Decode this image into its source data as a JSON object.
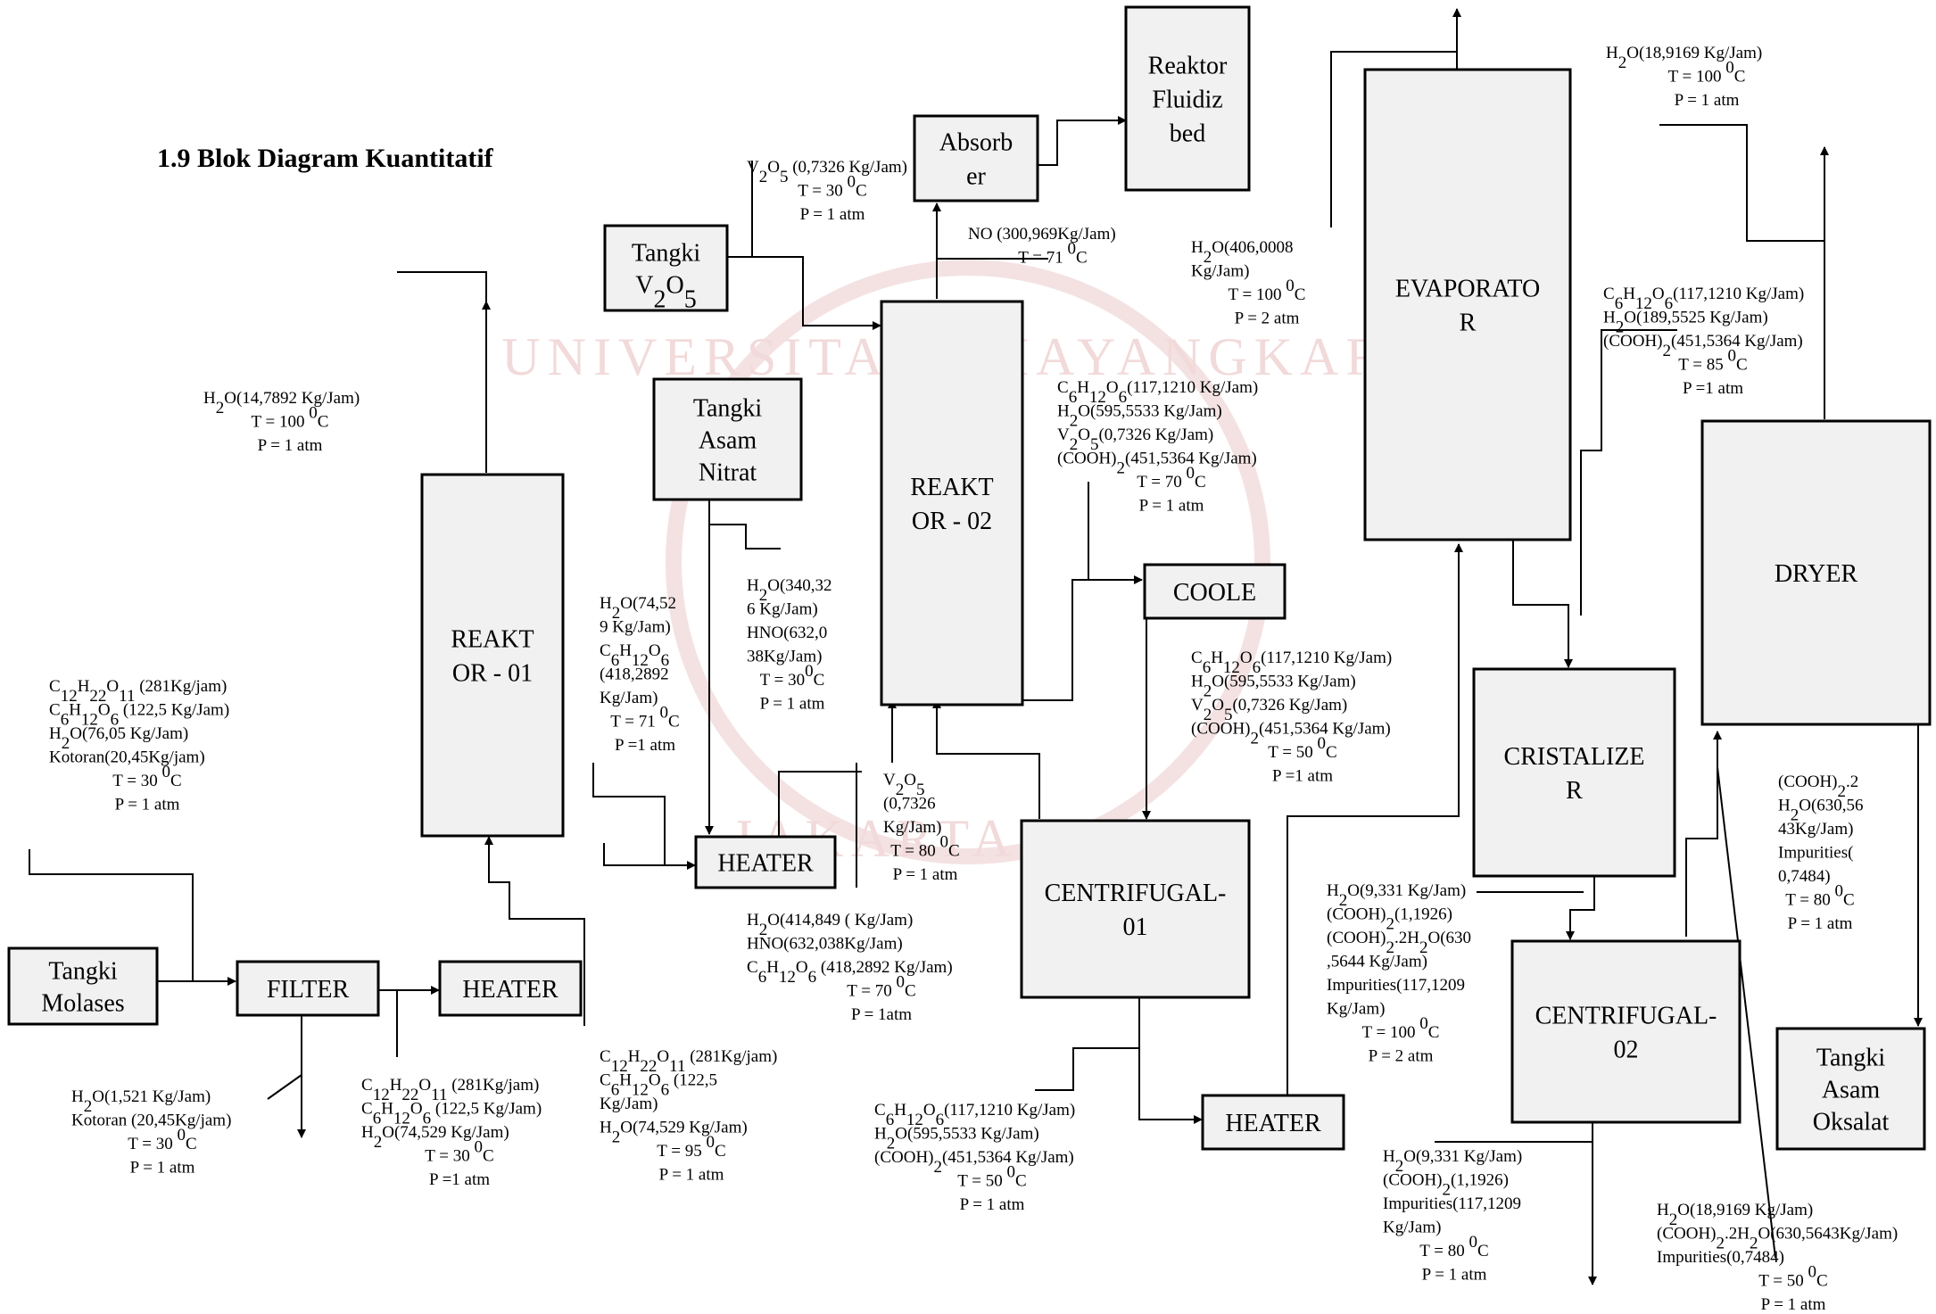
{
  "title": "1.9 Blok Diagram Kuantitatif",
  "watermark": {
    "top": "UNIVERSITAS BHAYANGKARA",
    "bottom": "JAKARTA RAYA"
  },
  "nodes": [
    {
      "id": "tangki-molases",
      "lines": [
        "Tangki",
        "Molases"
      ]
    },
    {
      "id": "filter",
      "lines": [
        "FILTER"
      ]
    },
    {
      "id": "heater-1",
      "lines": [
        "HEATER"
      ]
    },
    {
      "id": "reaktor-01",
      "lines": [
        "REAKT",
        "OR - 01"
      ]
    },
    {
      "id": "heater-2",
      "lines": [
        "HEATER"
      ]
    },
    {
      "id": "tangki-v2o5",
      "lines": [
        "Tangki",
        "V2O5"
      ]
    },
    {
      "id": "tangki-asam-nitrat",
      "lines": [
        "Tangki",
        "Asam",
        "Nitrat"
      ]
    },
    {
      "id": "reaktor-02",
      "lines": [
        "REAKT",
        "OR - 02"
      ]
    },
    {
      "id": "absorber",
      "lines": [
        "Absorb",
        "er"
      ]
    },
    {
      "id": "reaktor-fluidized-bed",
      "lines": [
        "Reaktor",
        "Fluidiz",
        "bed"
      ]
    },
    {
      "id": "cooler",
      "lines": [
        "COOLE"
      ]
    },
    {
      "id": "centrifugal-01",
      "lines": [
        "CENTRIFUGAL-",
        "01"
      ]
    },
    {
      "id": "heater-3",
      "lines": [
        "HEATER"
      ]
    },
    {
      "id": "evaporator",
      "lines": [
        "EVAPORATO",
        "R"
      ]
    },
    {
      "id": "cristalizer",
      "lines": [
        "CRISTALIZE",
        "R"
      ]
    },
    {
      "id": "centrifugal-02",
      "lines": [
        "CENTRIFUGAL-",
        "02"
      ]
    },
    {
      "id": "dryer",
      "lines": [
        "DRYER"
      ]
    },
    {
      "id": "tangki-asam-oksalat",
      "lines": [
        "Tangki",
        "Asam",
        "Oksalat"
      ]
    }
  ],
  "annotations": [
    {
      "id": "feed-molases",
      "lines": [
        "C12H22O11  (281Kg/jam)",
        "C6H12O6 (122,5 Kg/Jam)",
        "H2O(76,05 Kg/Jam)",
        "Kotoran(20,45Kg/jam)",
        "T = 30 0C",
        "P = 1 atm"
      ]
    },
    {
      "id": "filter-waste",
      "lines": [
        "H2O(1,521 Kg/Jam)",
        "Kotoran (20,45Kg/jam)",
        "T = 30 0C",
        "P = 1 atm"
      ]
    },
    {
      "id": "filter-out",
      "lines": [
        "C12H22O11  (281Kg/jam)",
        "C6H12O6 (122,5 Kg/Jam)",
        "H2O(74,529 Kg/Jam)",
        "T = 30 0C",
        "P =1 atm"
      ]
    },
    {
      "id": "heater1-out",
      "lines": [
        "C12H22O11  (281Kg/jam)",
        "C6H12O6 (122,5",
        "Kg/Jam)",
        "H2O(74,529 Kg/Jam)",
        "T = 95 0C",
        "P = 1 atm"
      ]
    },
    {
      "id": "reaktor01-vapor",
      "lines": [
        "H2O(14,7892 Kg/Jam)",
        "T = 100 0C",
        "P = 1 atm"
      ]
    },
    {
      "id": "reaktor01-out",
      "lines": [
        "H2O(74,52",
        "9 Kg/Jam)",
        "C6H12O6",
        "(418,2892",
        "Kg/Jam)",
        "T = 71 0C",
        "P =1 atm"
      ]
    },
    {
      "id": "nitrat-out",
      "lines": [
        "H2O(340,32",
        "6 Kg/Jam)",
        "HNO(632,0",
        "38Kg/Jam)",
        "T = 300C",
        "P = 1 atm"
      ]
    },
    {
      "id": "heater2-out",
      "lines": [
        "H2O(414,849 ( Kg/Jam)",
        "HNO(632,038Kg/Jam)",
        "C6H12O6 (418,2892 Kg/Jam)",
        "T = 70 0C",
        "P = 1atm"
      ]
    },
    {
      "id": "v2o5-recycle",
      "lines": [
        "V2O5",
        "(0,7326",
        "Kg/Jam)",
        "T = 80 0C",
        "P = 1 atm"
      ]
    },
    {
      "id": "v2o5-feed",
      "lines": [
        "V2O5 (0,7326 Kg/Jam)",
        "T = 30 0C",
        "P = 1 atm"
      ]
    },
    {
      "id": "no-gas",
      "lines": [
        "NO (300,969Kg/Jam)",
        "T = 71 0C"
      ]
    },
    {
      "id": "reaktor02-out",
      "lines": [
        "C6H12O6(117,1210 Kg/Jam)",
        "H2O(595,5533 Kg/Jam)",
        "V2O5(0,7326 Kg/Jam)",
        "(COOH)2(451,5364 Kg/Jam)",
        "T = 70 0C",
        "P = 1 atm"
      ]
    },
    {
      "id": "cooler-out",
      "lines": [
        "C6H12O6(117,1210 Kg/Jam)",
        "H2O(595,5533 Kg/Jam)",
        "V2O5(0,7326 Kg/Jam)",
        "(COOH)2(451,5364 Kg/Jam)",
        "T = 50 0C",
        "P =1 atm"
      ]
    },
    {
      "id": "centrifugal01-out",
      "lines": [
        "C6H12O6(117,1210 Kg/Jam)",
        "H2O(595,5533 Kg/Jam)",
        "(COOH)2(451,5364 Kg/Jam)",
        "T = 50 0C",
        "P = 1 atm"
      ]
    },
    {
      "id": "evaporator-vapor",
      "lines": [
        "H2O(406,0008",
        "Kg/Jam)",
        "T = 100 0C",
        "P = 2 atm"
      ]
    },
    {
      "id": "evaporator-out",
      "lines": [
        "C6H12O6(117,1210 Kg/Jam)",
        "H2O(189,5525 Kg/Jam)",
        "(COOH)2(451,5364 Kg/Jam)",
        "T = 85 0C",
        "P =1 atm"
      ]
    },
    {
      "id": "dryer-vapor",
      "lines": [
        "H2O(18,9169 Kg/Jam)",
        "T = 100 0C",
        "P = 1 atm"
      ]
    },
    {
      "id": "cristalizer-out",
      "lines": [
        "H2O(9,331 Kg/Jam)",
        "(COOH)2(1,1926)",
        "(COOH)2.2H2O(630",
        ",5644 Kg/Jam)",
        "Impurities(117,1209",
        "Kg/Jam)",
        "T = 100 0C",
        "P = 2 atm"
      ]
    },
    {
      "id": "centrifugal02-waste",
      "lines": [
        "H2O(9,331 Kg/Jam)",
        "(COOH)2(1,1926)",
        "Impurities(117,1209",
        "Kg/Jam)",
        "T = 80 0C",
        "P = 1 atm"
      ]
    },
    {
      "id": "centrifugal02-out",
      "lines": [
        "H2O(18,9169 Kg/Jam)",
        "(COOH)2.2H2O(630,5643Kg/Jam)",
        "Impurities(0,7484)",
        "T = 50 0C",
        "P = 1 atm"
      ]
    },
    {
      "id": "dryer-out",
      "lines": [
        "(COOH)2.2",
        "H2O(630,56",
        "43Kg/Jam)",
        "Impurities(",
        "0,7484)",
        "T = 80 0C",
        "P = 1 atm"
      ]
    }
  ]
}
